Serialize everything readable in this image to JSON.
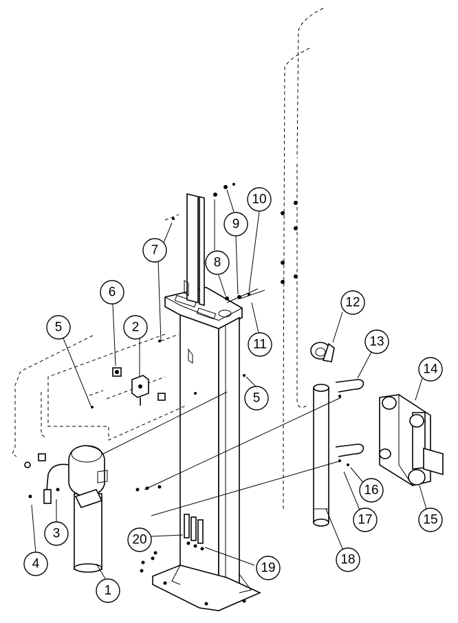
{
  "callouts": [
    {
      "id": "c1",
      "label": "1"
    },
    {
      "id": "c2",
      "label": "2"
    },
    {
      "id": "c3",
      "label": "3"
    },
    {
      "id": "c4",
      "label": "4"
    },
    {
      "id": "c5a",
      "label": "5"
    },
    {
      "id": "c5b",
      "label": "5"
    },
    {
      "id": "c6",
      "label": "6"
    },
    {
      "id": "c7",
      "label": "7"
    },
    {
      "id": "c8",
      "label": "8"
    },
    {
      "id": "c9",
      "label": "9"
    },
    {
      "id": "c10",
      "label": "10"
    },
    {
      "id": "c11",
      "label": "11"
    },
    {
      "id": "c12",
      "label": "12"
    },
    {
      "id": "c13",
      "label": "13"
    },
    {
      "id": "c14",
      "label": "14"
    },
    {
      "id": "c15",
      "label": "15"
    },
    {
      "id": "c16",
      "label": "16"
    },
    {
      "id": "c17",
      "label": "17"
    },
    {
      "id": "c18",
      "label": "18"
    },
    {
      "id": "c19",
      "label": "19"
    },
    {
      "id": "c20",
      "label": "20"
    }
  ]
}
